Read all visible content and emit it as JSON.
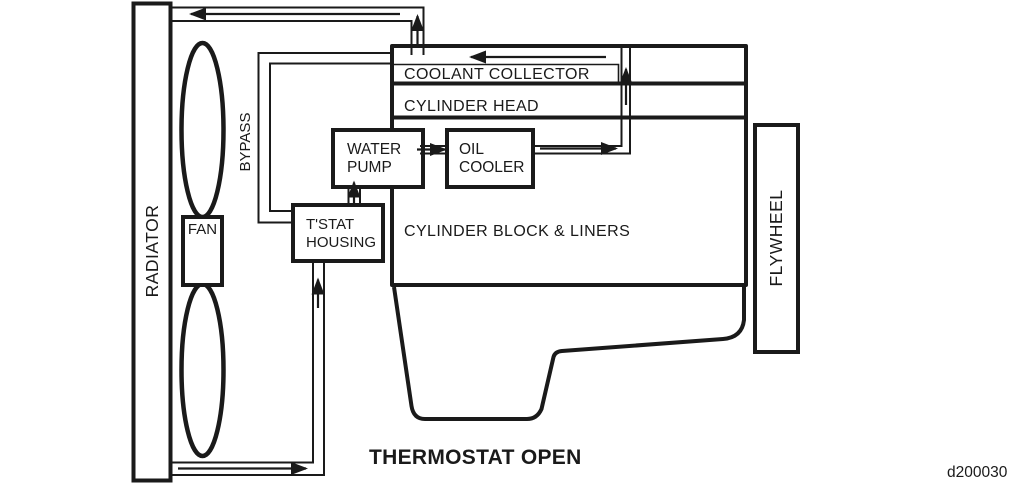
{
  "diagram": {
    "type": "engine-cooling-flow-schematic",
    "title": "THERMOSTAT OPEN",
    "drawing_code": "d200030",
    "components": {
      "radiator": "RADIATOR",
      "fan": "FAN",
      "bypass": "BYPASS",
      "coolant_collector": "COOLANT COLLECTOR",
      "cylinder_head": "CYLINDER HEAD",
      "cylinder_block": "CYLINDER BLOCK & LINERS",
      "flywheel": "FLYWHEEL",
      "water_pump": {
        "line1": "WATER",
        "line2": "PUMP"
      },
      "oil_cooler": {
        "line1": "OIL",
        "line2": "COOLER"
      },
      "tstat_housing": {
        "line1": "T'STAT",
        "line2": "HOUSING"
      }
    },
    "flow_arrows": [
      "engine-to-radiator-top",
      "riser-up-to-top-pipe",
      "collector-strip-left",
      "oil-cooler-riser-up",
      "pump-to-oil-cooler",
      "oil-cooler-to-riser",
      "tstat-to-pump-up",
      "bottom-riser-up-to-tstat",
      "radiator-bottom-right"
    ],
    "colors": {
      "line": "#1a1a1a",
      "background": "#ffffff"
    }
  }
}
